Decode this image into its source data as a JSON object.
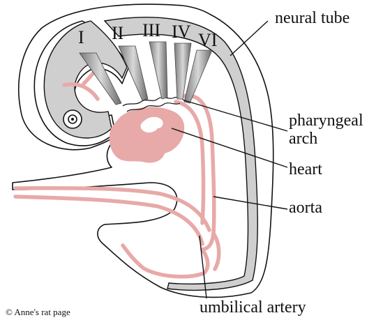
{
  "colors": {
    "background": "#ffffff",
    "outline": "#111111",
    "neural_tissue": "#cfcfcf",
    "vessels": "#e8a9a9",
    "heart": "#e8a9a9"
  },
  "arch_numerals": {
    "i": "I",
    "ii": "II",
    "iii": "III",
    "iv": "IV",
    "vi": "VI"
  },
  "labels": {
    "neural_tube": "neural tube",
    "pharyngeal_line1": "pharyngeal",
    "pharyngeal_line2": "arch",
    "heart": "heart",
    "aorta": "aorta",
    "umbilical_artery": "umbilical artery"
  },
  "credit": "© Anne's rat page"
}
